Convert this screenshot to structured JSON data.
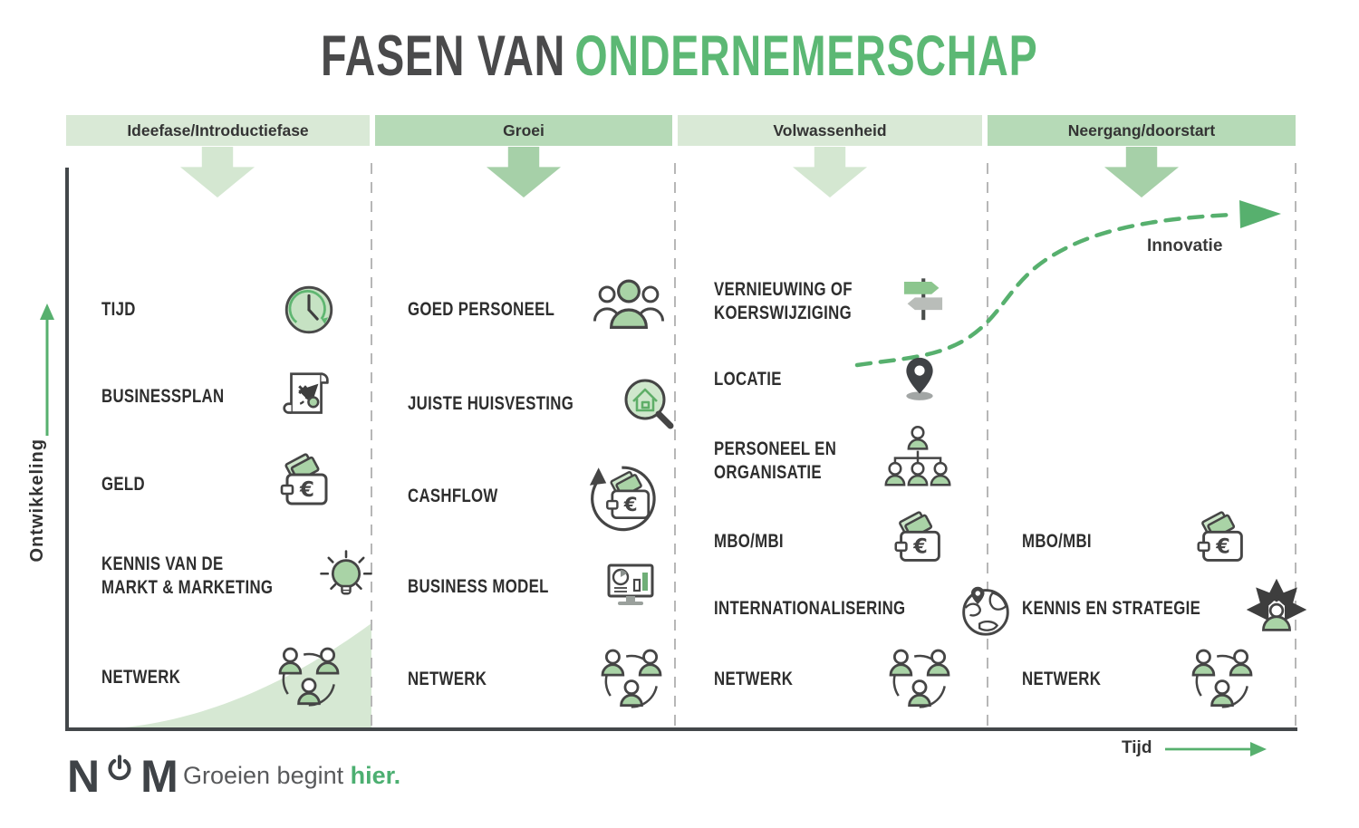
{
  "title": {
    "prefix": "FASEN VAN",
    "highlight": "ONDERNEMERSCHAP"
  },
  "axes": {
    "y_label": "Ontwikkeling",
    "x_label": "Tijd"
  },
  "innovation": {
    "label": "Innovatie"
  },
  "colors": {
    "accent_green": "#5cb874",
    "band_light": "#d9e9d6",
    "band_medium": "#b6dab7",
    "curve_fill_light": "#d6e8d3",
    "curve_fill_medium": "#abd2a9",
    "icon_green": "#a9d3a6",
    "axis_dark": "#43474a",
    "divider_gray": "#b7b7b7",
    "text_dark": "#2e2e2e",
    "tagline_gray": "#58595b"
  },
  "phases": [
    {
      "header": "Ideefase/Introductiefase",
      "shade": "light",
      "items": [
        {
          "icon": "clock-history-icon",
          "lines": [
            "TIJD"
          ]
        },
        {
          "icon": "strategy-scroll-icon",
          "lines": [
            "BUSINESSPLAN"
          ]
        },
        {
          "icon": "wallet-euro-icon",
          "lines": [
            "GELD"
          ]
        },
        {
          "icon": "lightbulb-icon",
          "lines": [
            "KENNIS VAN DE",
            "MARKT & MARKETING"
          ]
        },
        {
          "icon": "network-people-icon",
          "lines": [
            "NETWERK"
          ]
        }
      ]
    },
    {
      "header": "Groei",
      "shade": "medium",
      "items": [
        {
          "icon": "team-icon",
          "lines": [
            "GOED PERSONEEL"
          ]
        },
        {
          "icon": "house-magnifier-icon",
          "lines": [
            "JUISTE HUISVESTING"
          ]
        },
        {
          "icon": "cashflow-wallet-icon",
          "lines": [
            "CASHFLOW"
          ]
        },
        {
          "icon": "monitor-chart-icon",
          "lines": [
            "BUSINESS MODEL"
          ]
        },
        {
          "icon": "network-people-icon",
          "lines": [
            "NETWERK"
          ]
        }
      ]
    },
    {
      "header": "Volwassenheid",
      "shade": "light",
      "items": [
        {
          "icon": "signpost-icon",
          "lines": [
            "VERNIEUWING OF",
            "KOERSWIJZIGING"
          ]
        },
        {
          "icon": "map-pin-icon",
          "lines": [
            "LOCATIE"
          ]
        },
        {
          "icon": "org-chart-icon",
          "lines": [
            "PERSONEEL EN",
            "ORGANISATIE"
          ]
        },
        {
          "icon": "wallet-euro-icon",
          "lines": [
            "MBO/MBI"
          ]
        },
        {
          "icon": "globe-pin-icon",
          "lines": [
            "INTERNATIONALISERING"
          ]
        },
        {
          "icon": "network-people-icon",
          "lines": [
            "NETWERK"
          ]
        }
      ]
    },
    {
      "header": "Neergang/doorstart",
      "shade": "medium",
      "items": [
        {
          "icon": "wallet-euro-icon",
          "lines": [
            "MBO/MBI"
          ]
        },
        {
          "icon": "person-arrows-icon",
          "lines": [
            "KENNIS EN STRATEGIE"
          ]
        },
        {
          "icon": "network-people-icon",
          "lines": [
            "NETWERK"
          ]
        }
      ]
    }
  ],
  "footer": {
    "logo_n": "N",
    "logo_m": "M",
    "tagline_start": "Groeien begint",
    "tagline_end": "hier."
  }
}
